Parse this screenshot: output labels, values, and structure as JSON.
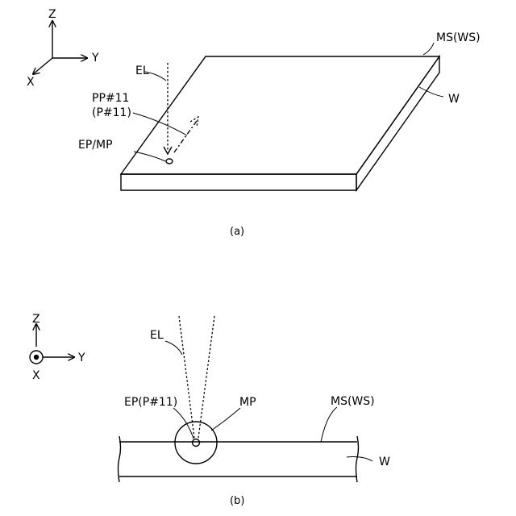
{
  "figure_a": {
    "axes": {
      "z": "Z",
      "y": "Y",
      "x": "X"
    },
    "labels": {
      "el": "EL",
      "pp": "PP#11",
      "p": "(P#11)",
      "ep_mp": "EP/MP",
      "ms_ws": "MS(WS)",
      "w": "W"
    },
    "caption": "(a)"
  },
  "figure_b": {
    "axes": {
      "z": "Z",
      "y": "Y",
      "x": "X"
    },
    "labels": {
      "el": "EL",
      "ep_p": "EP(P#11)",
      "mp": "MP",
      "ms_ws": "MS(WS)",
      "w": "W"
    },
    "caption": "(b)"
  }
}
